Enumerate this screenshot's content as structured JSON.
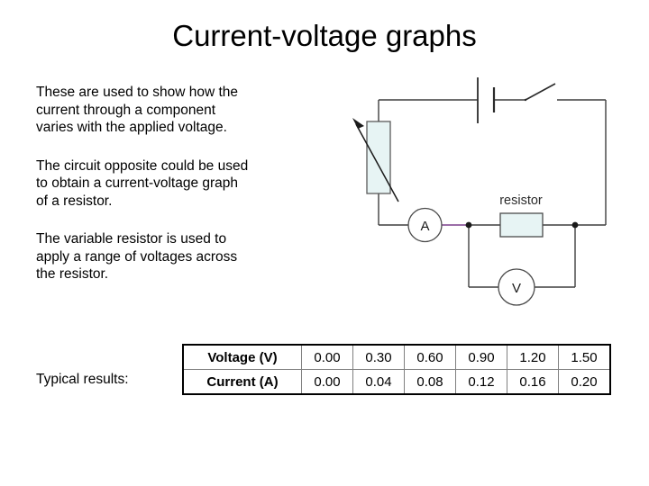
{
  "slide": {
    "title": "Current-voltage graphs",
    "paragraphs": [
      "These are used to show how the\ncurrent through a component\nvaries with the applied voltage.",
      "The circuit opposite could be used\nto obtain a current-voltage graph\nof a resistor.",
      "The variable resistor is used to\napply a range of voltages across\nthe resistor."
    ],
    "typical_results_label": "Typical results:"
  },
  "table": {
    "rows": [
      {
        "header": "Voltage (V)",
        "values": [
          "0.00",
          "0.30",
          "0.60",
          "0.90",
          "1.20",
          "1.50"
        ]
      },
      {
        "header": "Current (A)",
        "values": [
          "0.00",
          "0.04",
          "0.08",
          "0.12",
          "0.16",
          "0.20"
        ]
      }
    ]
  },
  "chart_data": {
    "type": "table",
    "title": "Typical results",
    "categories": [
      "Voltage (V)",
      "Current (A)"
    ],
    "series": [
      {
        "name": "Voltage (V)",
        "values": [
          0.0,
          0.3,
          0.6,
          0.9,
          1.2,
          1.5
        ]
      },
      {
        "name": "Current (A)",
        "values": [
          0.0,
          0.04,
          0.08,
          0.12,
          0.16,
          0.2
        ]
      }
    ],
    "xlabel": "Voltage (V)",
    "ylabel": "Current (A)",
    "grid": true,
    "legend": "none"
  },
  "circuit": {
    "labels": {
      "resistor": "resistor",
      "ammeter": "A",
      "voltmeter": "V"
    },
    "components": [
      "variable-resistor",
      "battery",
      "switch",
      "ammeter",
      "resistor",
      "voltmeter"
    ],
    "colors": {
      "wire": "#3f3f3f",
      "wire_highlight": "#7b3f8c",
      "component_fill": "#e7f4f4",
      "component_stroke": "#5a5a5a",
      "junction": "#1a1a1a"
    }
  }
}
